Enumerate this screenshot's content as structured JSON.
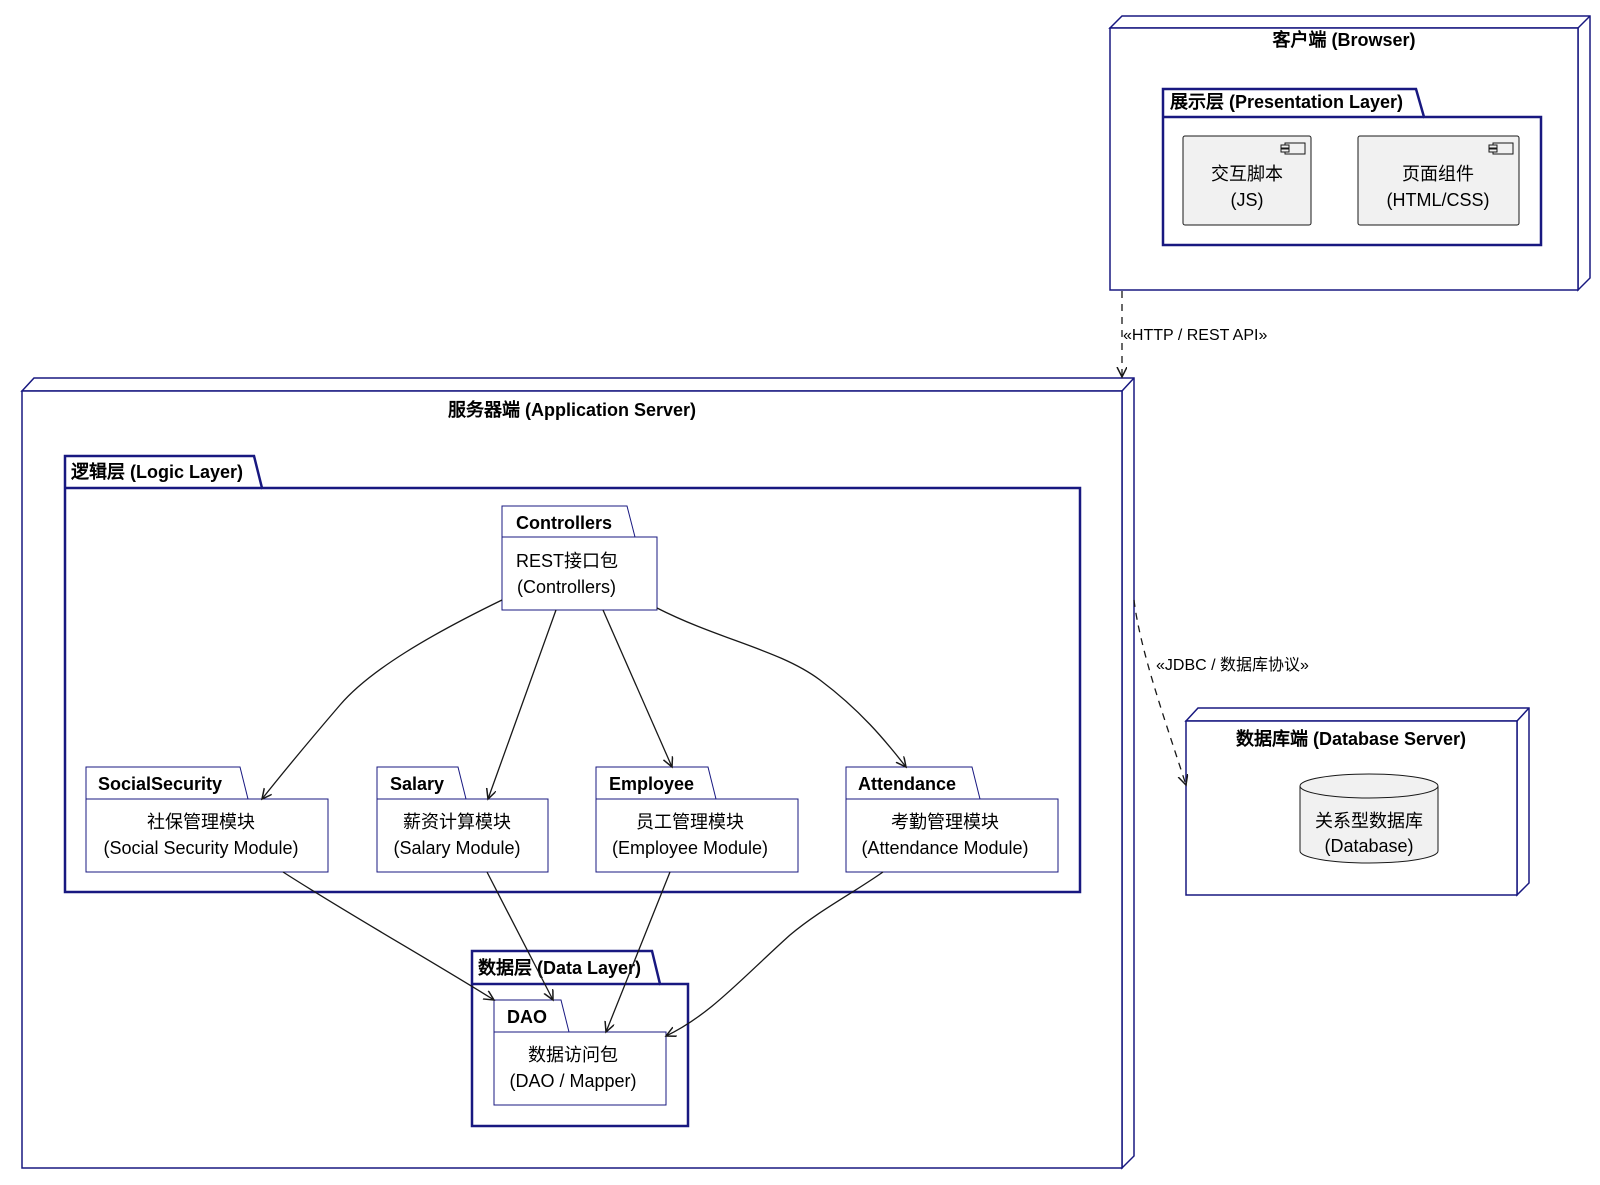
{
  "client": {
    "title": "客户端 (Browser)",
    "presentation_layer": {
      "title": "展示层 (Presentation Layer)",
      "js_component": {
        "line1": "交互脚本",
        "line2": "(JS)"
      },
      "html_component": {
        "line1": "页面组件",
        "line2": "(HTML/CSS)"
      }
    }
  },
  "edge_http_label": "«HTTP / REST API»",
  "edge_jdbc_label": "«JDBC / 数据库协议»",
  "server": {
    "title": "服务器端 (Application Server)",
    "logic_layer": {
      "title": "逻辑层 (Logic Layer)",
      "controllers": {
        "tab": "Controllers",
        "line1": "REST接口包",
        "line2": "(Controllers)"
      },
      "social_security": {
        "tab": "SocialSecurity",
        "line1": "社保管理模块",
        "line2": "(Social Security Module)"
      },
      "salary": {
        "tab": "Salary",
        "line1": "薪资计算模块",
        "line2": "(Salary Module)"
      },
      "employee": {
        "tab": "Employee",
        "line1": "员工管理模块",
        "line2": "(Employee Module)"
      },
      "attendance": {
        "tab": "Attendance",
        "line1": "考勤管理模块",
        "line2": "(Attendance Module)"
      }
    },
    "data_layer": {
      "title": "数据层 (Data Layer)",
      "dao": {
        "tab": "DAO",
        "line1": "数据访问包",
        "line2": "(DAO / Mapper)"
      }
    }
  },
  "database": {
    "title": "数据库端 (Database Server)",
    "db": {
      "line1": "关系型数据库",
      "line2": "(Database)"
    }
  },
  "colors": {
    "frame": "#181880",
    "component_fill": "#f1f1f1",
    "edge": "#181818"
  }
}
